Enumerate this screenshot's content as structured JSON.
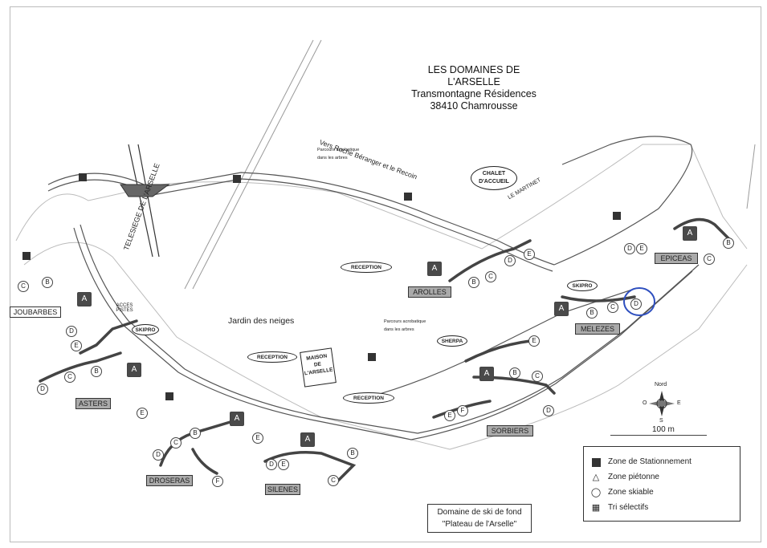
{
  "title": {
    "line1": "LES DOMAINES DE",
    "line2": "L'ARSELLE",
    "line3": "Transmontagne Résidences",
    "line4": "38410 Chamrousse"
  },
  "labels": {
    "vers_roche": "Vers Roche Béranger et le Recoin",
    "telesiege": "TELESIEGE DE L'ARSELLE",
    "jardin": "Jardin des neiges",
    "acces_pistes": "ACCES PISTES",
    "chalet_accueil_1": "CHALET",
    "chalet_accueil_2": "D'ACCUEIL",
    "le_martinet": "LE MARTINET",
    "maison_arselle_1": "MAISON",
    "maison_arselle_2": "DE",
    "maison_arselle_3": "L'ARSELLE",
    "parcours_1a": "Parcours acrobatique",
    "parcours_1b": "dans les arbres",
    "parcours_2a": "Parcours acrobatique",
    "parcours_2b": "dans les arbres"
  },
  "residences": [
    {
      "name": "JOUBARBES"
    },
    {
      "name": "ASTERS"
    },
    {
      "name": "DROSERAS"
    },
    {
      "name": "SILENES"
    },
    {
      "name": "AROLLES"
    },
    {
      "name": "SORBIERS"
    },
    {
      "name": "MELEZES"
    },
    {
      "name": "EPICEAS"
    }
  ],
  "callouts": {
    "reception_1": "RECEPTION",
    "reception_2": "RECEPTION",
    "reception_3": "RECEPTION",
    "skipro_1": "SKIPRO",
    "skipro_2": "SKIPRO",
    "sherpa": "SHERPA"
  },
  "buildings": [
    {
      "letter": "C"
    },
    {
      "letter": "B"
    },
    {
      "letter": "A"
    },
    {
      "letter": "D"
    },
    {
      "letter": "E"
    },
    {
      "letter": "D"
    },
    {
      "letter": "C"
    },
    {
      "letter": "B"
    },
    {
      "letter": "A"
    },
    {
      "letter": "E"
    },
    {
      "letter": "D"
    },
    {
      "letter": "C"
    },
    {
      "letter": "B"
    },
    {
      "letter": "A"
    },
    {
      "letter": "E"
    },
    {
      "letter": "F"
    },
    {
      "letter": "A"
    },
    {
      "letter": "D"
    },
    {
      "letter": "E"
    },
    {
      "letter": "B"
    },
    {
      "letter": "C"
    },
    {
      "letter": "A"
    },
    {
      "letter": "B"
    },
    {
      "letter": "C"
    },
    {
      "letter": "D"
    },
    {
      "letter": "E"
    },
    {
      "letter": "A"
    },
    {
      "letter": "E"
    },
    {
      "letter": "B"
    },
    {
      "letter": "C"
    },
    {
      "letter": "E"
    },
    {
      "letter": "F"
    },
    {
      "letter": "D"
    },
    {
      "letter": "A"
    },
    {
      "letter": "B"
    },
    {
      "letter": "C"
    },
    {
      "letter": "D"
    },
    {
      "letter": "D"
    },
    {
      "letter": "E"
    },
    {
      "letter": "A"
    },
    {
      "letter": "C"
    },
    {
      "letter": "B"
    }
  ],
  "legend": {
    "parking": "Zone de Stationnement",
    "pedestrian": "Zone piétonne",
    "ski": "Zone skiable",
    "recycling": "Tri sélectifs"
  },
  "scale_label": "100 m",
  "compass": {
    "n": "Nord",
    "e": "E",
    "o": "O",
    "s": "S"
  },
  "bottom_box": {
    "line1": "Domaine de ski de fond",
    "line2": "\"Plateau de l'Arselle\""
  },
  "colors": {
    "building": "#4a4a4a",
    "road": "#555555",
    "highlight": "#2e4fbf"
  }
}
